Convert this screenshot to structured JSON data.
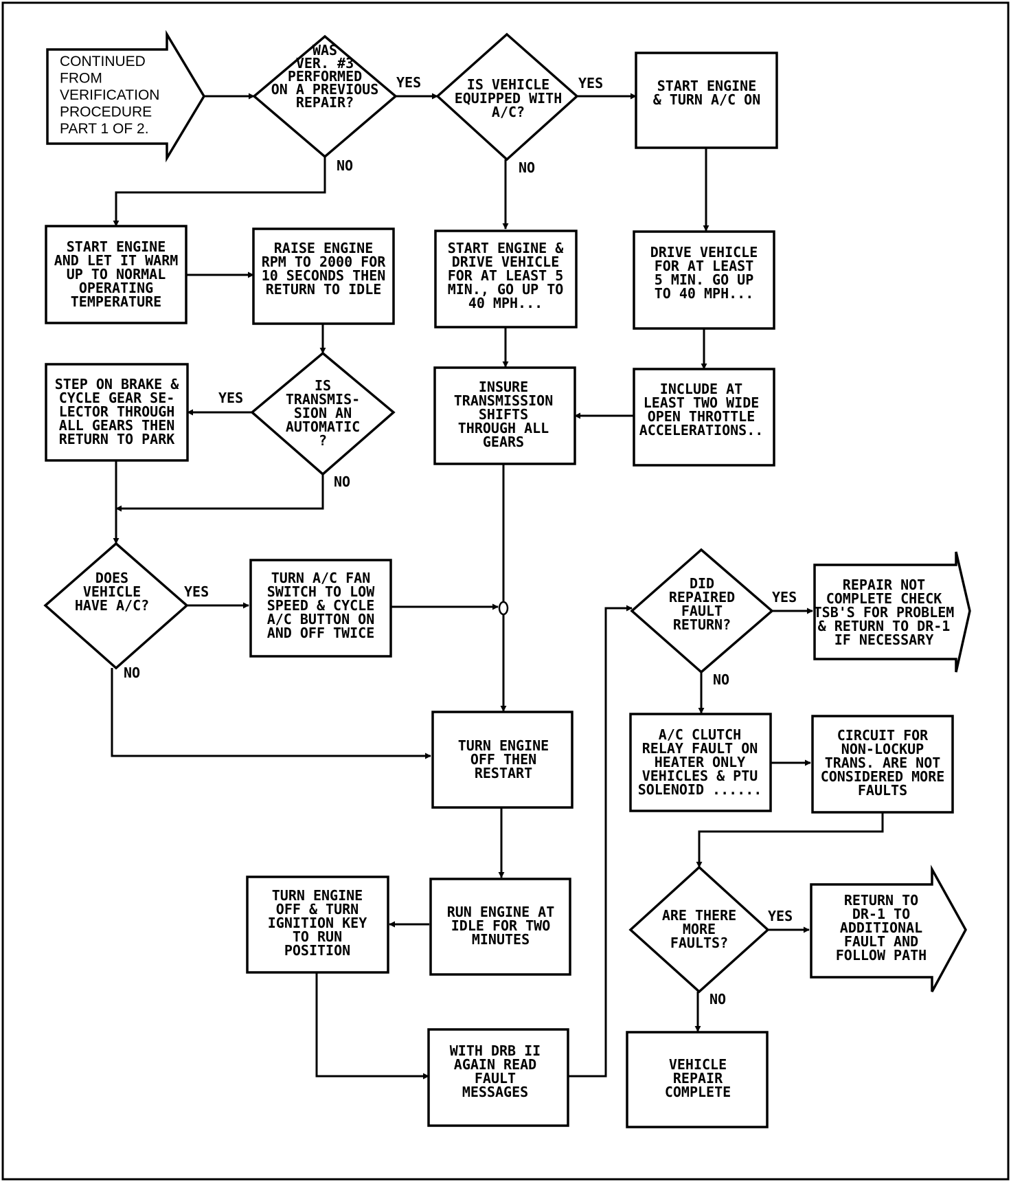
{
  "nodes": {
    "start": [
      "CONTINUED",
      "FROM",
      "VERIFICATION",
      "PROCEDURE",
      "PART 1 OF 2."
    ],
    "was_ver3": [
      "WAS",
      "VER. #3",
      "PERFORMED",
      "ON A PREVIOUS",
      "REPAIR?"
    ],
    "is_ac": [
      "IS VEHICLE",
      "EQUIPPED WITH",
      "A/C?"
    ],
    "start_ac": [
      "START ENGINE",
      "& TURN A/C ON"
    ],
    "warm_up": [
      "START ENGINE",
      "AND LET IT WARM",
      "UP TO NORMAL",
      "OPERATING",
      "TEMPERATURE"
    ],
    "raise_rpm": [
      "RAISE ENGINE",
      "RPM TO 2000 FOR",
      "10 SECONDS THEN",
      "RETURN TO IDLE"
    ],
    "drive_5a": [
      "START ENGINE &",
      "DRIVE VEHICLE",
      "FOR AT LEAST 5",
      "MIN., GO UP TO",
      "40 MPH..."
    ],
    "drive_5b": [
      "DRIVE VEHICLE",
      "FOR AT LEAST",
      "5 MIN. GO UP",
      "TO 40 MPH..."
    ],
    "step_brake": [
      "STEP ON BRAKE &",
      "CYCLE GEAR SE-",
      "LECTOR THROUGH",
      "ALL GEARS THEN",
      "RETURN TO PARK"
    ],
    "is_auto": [
      "IS",
      "TRANSMIS-",
      "SION AN",
      "AUTOMATIC",
      "?"
    ],
    "insure": [
      "INSURE",
      "TRANSMISSION",
      "SHIFTS",
      "THROUGH ALL",
      "GEARS"
    ],
    "include_wot": [
      "INCLUDE AT",
      "LEAST TWO WIDE",
      "OPEN THROTTLE",
      "ACCELERATIONS.."
    ],
    "does_ac": [
      "DOES",
      "VEHICLE",
      "HAVE A/C?"
    ],
    "turn_fan": [
      "TURN A/C FAN",
      "SWITCH TO LOW",
      "SPEED & CYCLE",
      "A/C BUTTON ON",
      "AND OFF TWICE"
    ],
    "did_return": [
      "DID",
      "REPAIRED",
      "FAULT",
      "RETURN?"
    ],
    "not_complete": [
      "REPAIR NOT",
      "COMPLETE CHECK",
      "TSB'S FOR PROBLEM",
      "& RETURN TO DR-1",
      "IF NECESSARY"
    ],
    "restart": [
      "TURN ENGINE",
      "OFF THEN",
      "RESTART"
    ],
    "relay_fault": [
      "A/C CLUTCH",
      "RELAY FAULT ON",
      "HEATER ONLY",
      "VEHICLES & PTU",
      "SOLENOID ......"
    ],
    "circuit": [
      "CIRCUIT FOR",
      "NON-LOCKUP",
      "TRANS. ARE NOT",
      "CONSIDERED MORE",
      "FAULTS"
    ],
    "key_run": [
      "TURN ENGINE",
      "OFF & TURN",
      "IGNITION KEY",
      "TO RUN",
      "POSITION"
    ],
    "idle_2": [
      "RUN ENGINE AT",
      "IDLE FOR TWO",
      "MINUTES"
    ],
    "more_faults": [
      "ARE THERE",
      "MORE",
      "FAULTS?"
    ],
    "return_dr1": [
      "RETURN TO",
      "DR-1 TO",
      "ADDITIONAL",
      "FAULT AND",
      "FOLLOW PATH"
    ],
    "read_faults": [
      "WITH DRB II",
      "AGAIN READ",
      "FAULT",
      "MESSAGES"
    ],
    "complete": [
      "VEHICLE",
      "REPAIR",
      "COMPLETE"
    ]
  },
  "labels": {
    "yes": "YES",
    "no": "NO"
  }
}
